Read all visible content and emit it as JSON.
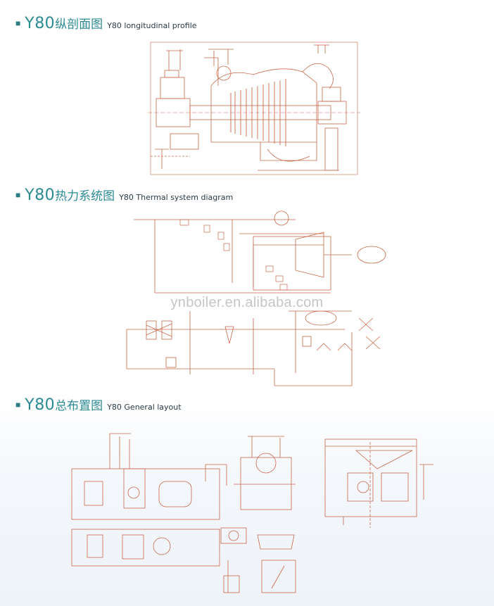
{
  "colors": {
    "accent": "#2c8a93",
    "line": "#c8684a",
    "english_text": "#2a3a44"
  },
  "sections": [
    {
      "model": "Y80",
      "title_cn": "纵剖面图",
      "title_en": "Y80 longitudinal profile"
    },
    {
      "model": "Y80",
      "title_cn": "热力系统图",
      "title_en": "Y80 Thermal system diagram"
    },
    {
      "model": "Y80",
      "title_cn": "总布置图",
      "title_en": "Y80 General layout"
    }
  ],
  "watermark": "ynboiler.en.alibaba.com"
}
